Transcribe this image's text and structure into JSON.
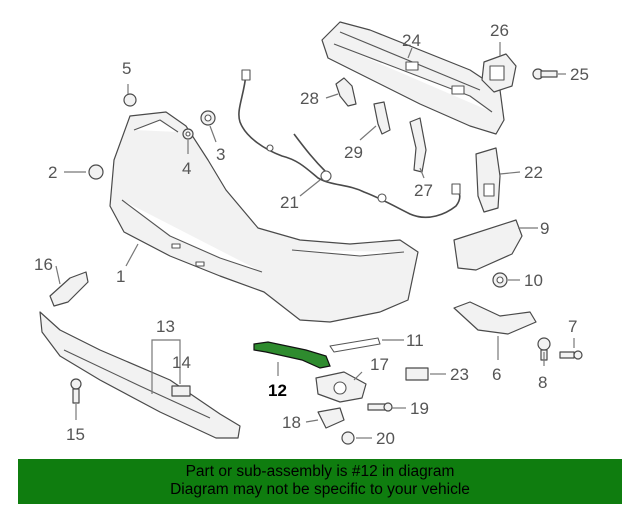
{
  "diagram": {
    "callouts": {
      "c1": "1",
      "c2": "2",
      "c3": "3",
      "c4": "4",
      "c5": "5",
      "c6": "6",
      "c7": "7",
      "c8": "8",
      "c9": "9",
      "c10": "10",
      "c11": "11",
      "c12": "12",
      "c13": "13",
      "c14": "14",
      "c15": "15",
      "c16": "16",
      "c17": "17",
      "c18": "18",
      "c19": "19",
      "c20": "20",
      "c21": "21",
      "c22": "22",
      "c23": "23",
      "c24": "24",
      "c25": "25",
      "c26": "26",
      "c27": "27",
      "c28": "28",
      "c29": "29"
    },
    "highlighted_part": "12",
    "colors": {
      "highlight": "#2e8b2e",
      "banner": "#0f7d0f"
    }
  },
  "banner": {
    "line1": "Part or sub-assembly is #12 in diagram",
    "line2": "Diagram may not be specific to your vehicle"
  }
}
